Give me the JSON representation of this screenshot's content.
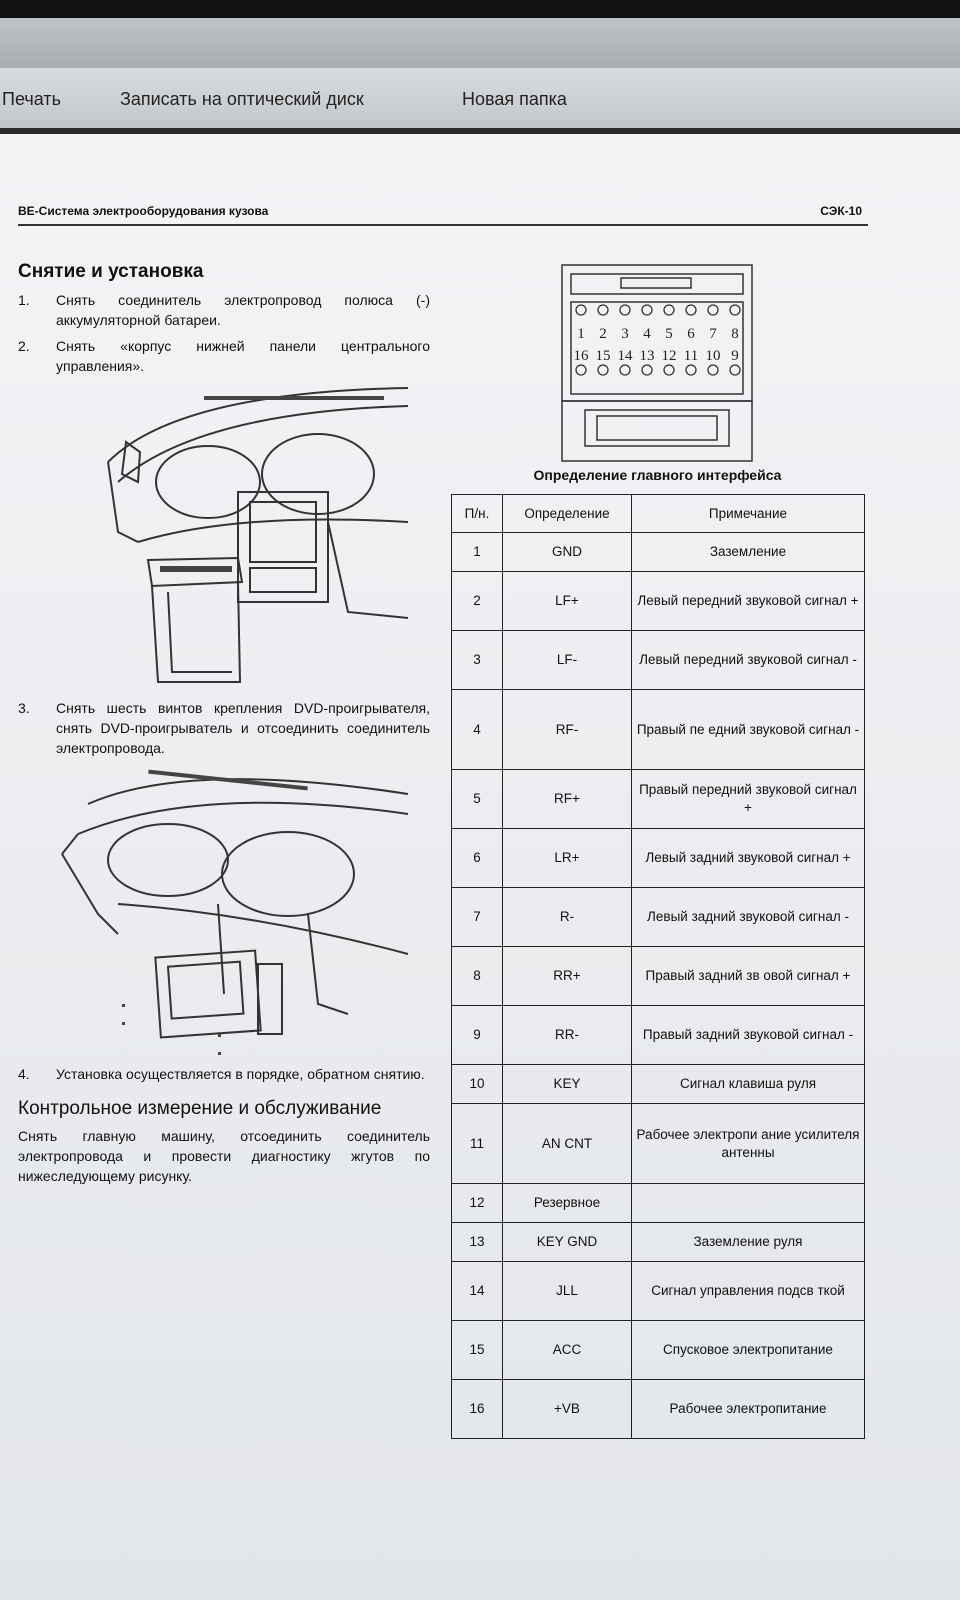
{
  "toolbar": {
    "print": "Печать",
    "burn": "Записать на оптический диск",
    "new_folder": "Новая папка"
  },
  "doc": {
    "header_left": "BE-Система электрооборудования кузова",
    "header_right": "СЭК-10",
    "section1_title": "Снятие и установка",
    "steps": [
      {
        "num": "1.",
        "text": "Снять соединитель электропровод полюса (-) аккумуляторной батареи."
      },
      {
        "num": "2.",
        "text": "Снять «корпус нижней панели центрального управления»."
      },
      {
        "num": "3.",
        "text": "Снять шесть винтов крепления DVD-проигрывателя, снять DVD-проигрыватель и отсоединить соединитель электропровода."
      },
      {
        "num": "4.",
        "text": "Установка осуществляется в порядке, обратном снятию."
      }
    ],
    "section2_title": "Контрольное измерение и обслуживание",
    "section2_text": "Снять главную машину, отсоединить соединитель электропровода и провести диагностику жгутов по нижеследующему рисунку.",
    "connector": {
      "top_row": [
        "1",
        "2",
        "3",
        "4",
        "5",
        "6",
        "7",
        "8"
      ],
      "bottom_row": [
        "16",
        "15",
        "14",
        "13",
        "12",
        "11",
        "10",
        "9"
      ]
    },
    "table_caption": "Определение главного интерфейса",
    "table_headers": [
      "П/н.",
      "Определение",
      "Примечание"
    ],
    "table_rows": [
      {
        "n": "1",
        "def": "GND",
        "note": "Заземление"
      },
      {
        "n": "2",
        "def": "LF+",
        "note": "Левый передний звуковой сигнал +"
      },
      {
        "n": "3",
        "def": "LF-",
        "note": "Левый передний звуковой сигнал -"
      },
      {
        "n": "4",
        "def": "RF-",
        "note": "Правый пе едний звуковой сигнал -"
      },
      {
        "n": "5",
        "def": "RF+",
        "note": "Правый передний звуковой сигнал +"
      },
      {
        "n": "6",
        "def": "LR+",
        "note": "Левый задний звуковой сигнал +"
      },
      {
        "n": "7",
        "def": "R-",
        "note": "Левый задний звуковой сигнал -"
      },
      {
        "n": "8",
        "def": "RR+",
        "note": "Правый задний зв овой сигнал +"
      },
      {
        "n": "9",
        "def": "RR-",
        "note": "Правый задний звуковой сигнал -"
      },
      {
        "n": "10",
        "def": "KEY",
        "note": "Сигнал клавиша руля"
      },
      {
        "n": "11",
        "def": "AN CNT",
        "note": "Рабочее электропи ание усилителя антенны"
      },
      {
        "n": "12",
        "def": "Резервное",
        "note": ""
      },
      {
        "n": "13",
        "def": "KEY GND",
        "note": "Заземление руля"
      },
      {
        "n": "14",
        "def": "JLL",
        "note": "Сигнал управления подсв ткой"
      },
      {
        "n": "15",
        "def": "ACC",
        "note": "Спусковое электропитание"
      },
      {
        "n": "16",
        "def": "+VB",
        "note": "Рабочее электропитание"
      }
    ]
  }
}
